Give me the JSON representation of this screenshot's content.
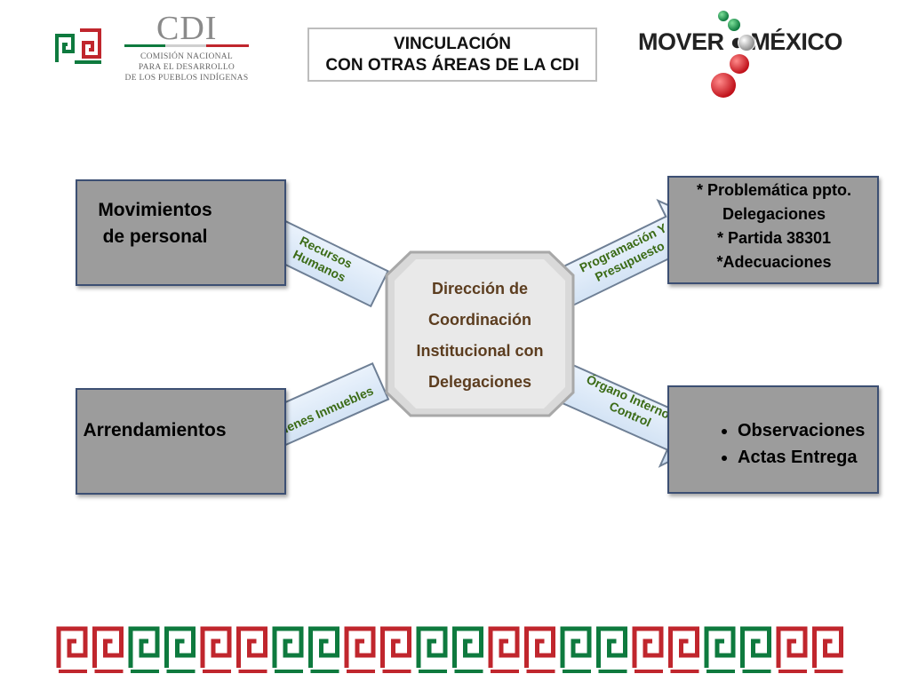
{
  "header": {
    "cdi_logo_word": "CDI",
    "cdi_logo_subtitle": [
      "COMISIÓN NACIONAL",
      "PARA EL DESARROLLO",
      "DE LOS PUEBLOS INDÍGENAS"
    ],
    "title_line1": "VINCULACIÓN",
    "title_line2": "CON OTRAS ÁREAS DE LA CDI",
    "mover_mexico": "MOVER ● MÉXICO"
  },
  "center": {
    "lines": [
      "Dirección de",
      "Coordinación",
      "Institucional con",
      "Delegaciones"
    ]
  },
  "arrows": {
    "top_left": [
      "Recursos",
      "Humanos"
    ],
    "top_right": [
      "Programación Y",
      "Presupuesto"
    ],
    "bottom_left": [
      "Bienes Inmuebles"
    ],
    "bottom_right": [
      "Órgano Interno de",
      "Control"
    ]
  },
  "boxes": {
    "top_left": [
      "Movimientos",
      "de personal"
    ],
    "bottom_left": [
      "Arrendamientos"
    ],
    "top_right": [
      "* Problemática ppto.",
      "Delegaciones",
      "* Partida 38301",
      "*Adecuaciones"
    ],
    "bottom_right": [
      "Observaciones",
      "Actas Entrega"
    ]
  },
  "colors": {
    "box_fill": "#9c9c9c",
    "box_border": "#3c4f73",
    "arrow_fill": "#dce9f7",
    "arrow_label": "#3b6b16",
    "center_text": "#5c3d1f",
    "mexico_red": "#c0262d",
    "mexico_green": "#0e7a3e"
  }
}
